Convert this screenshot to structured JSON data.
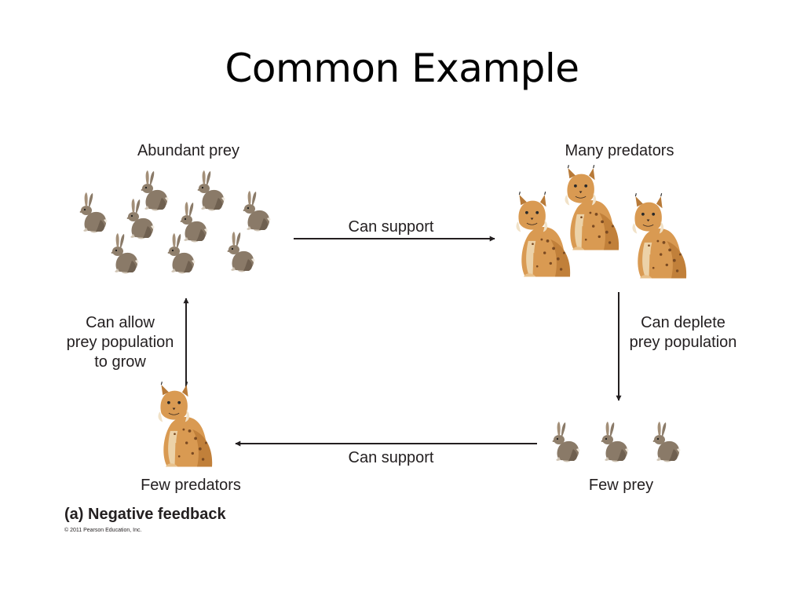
{
  "title": "Common Example",
  "nodes": {
    "abundant_prey": "Abundant prey",
    "many_predators": "Many predators",
    "few_prey": "Few prey",
    "few_predators": "Few predators"
  },
  "edges": {
    "top": "Can support",
    "bottom": "Can support",
    "right": [
      "Can deplete",
      "prey population"
    ],
    "left": [
      "Can allow",
      "prey population",
      "to grow"
    ]
  },
  "caption": "(a) Negative feedback",
  "copyright": "© 2011 Pearson Education, Inc.",
  "icons": {
    "prey": "hare-icon",
    "predator": "lynx-icon"
  },
  "colors": {
    "hare_fur": "#8a7a68",
    "lynx_fur": "#d99a52",
    "text": "#231f20"
  }
}
